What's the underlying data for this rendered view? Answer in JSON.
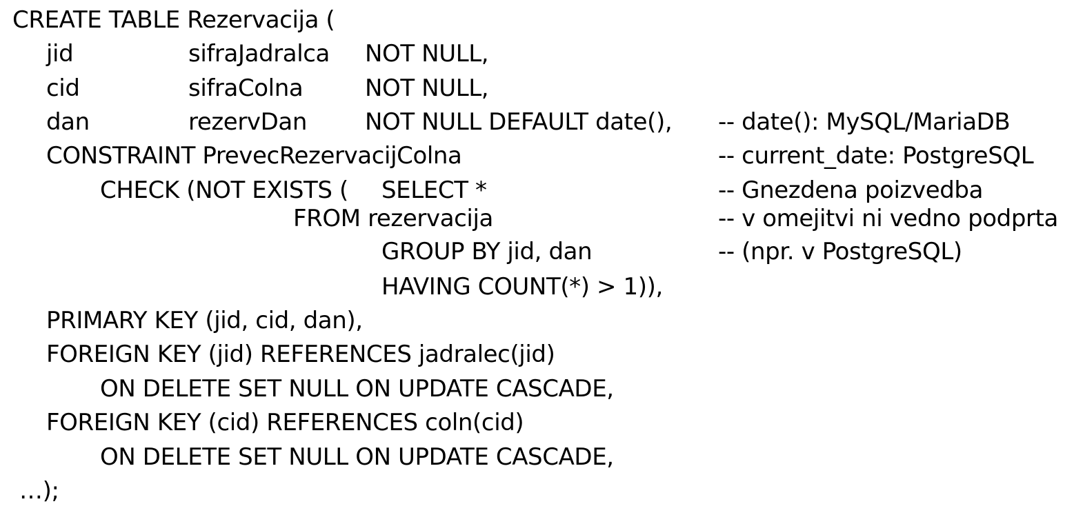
{
  "code": {
    "l01": "CREATE TABLE Rezervacija (",
    "l02_name": "jid",
    "l02_type": "sifraJadralca",
    "l02_rest": "NOT NULL,",
    "l03_name": "cid",
    "l03_type": "sifraColna",
    "l03_rest": "NOT NULL,",
    "l04_name": "dan",
    "l04_type": "rezervDan",
    "l04_rest": "NOT NULL DEFAULT date(),",
    "l05": "CONSTRAINT PrevecRezervacijColna",
    "l06_a": "CHECK (NOT EXISTS (",
    "l06_b": "SELECT *",
    "l07": "FROM rezervacija",
    "l08": "GROUP BY jid, dan",
    "l09": "HAVING COUNT(*) > 1)),",
    "l10": "PRIMARY KEY (jid, cid, dan),",
    "l11": "FOREIGN KEY (jid) REFERENCES jadralec(jid)",
    "l12": "ON DELETE SET NULL ON UPDATE CASCADE,",
    "l13": "FOREIGN KEY (cid) REFERENCES coln(cid)",
    "l14": "ON DELETE SET NULL ON UPDATE CASCADE,",
    "l15": "…);"
  },
  "comments": {
    "c1": "-- date(): MySQL/MariaDB",
    "c2": "-- current_date: PostgreSQL",
    "c3": "-- Gnezdena poizvedba",
    "c4": "-- v omejitvi ni vedno podprta",
    "c5": "-- (npr. v PostgreSQL)"
  }
}
